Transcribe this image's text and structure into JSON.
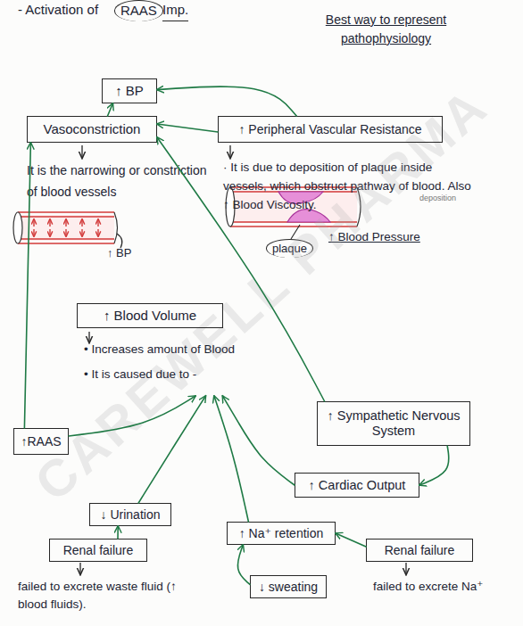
{
  "diagram": {
    "nodes": [
      {
        "text": [
          "↑ BP"
        ]
      },
      {
        "text": [
          "Vasoconstriction"
        ]
      },
      {
        "text": [
          "↑ Peripheral Vascular Resistance"
        ]
      },
      {
        "text": [
          "↑ Blood Volume",
          "• Increases amount of Blood",
          "• It is caused due to -"
        ]
      },
      {
        "text": [
          "↑ Sympathetic Nervous System"
        ]
      },
      {
        "text": [
          "↑ Cardiac Output"
        ]
      },
      {
        "text": [
          "↑RAAS"
        ]
      },
      {
        "text": [
          "↓ Urination"
        ]
      },
      {
        "text": [
          "Renal failure"
        ]
      },
      {
        "text": [
          "↑ Na⁺ retention"
        ]
      },
      {
        "text": [
          "Renal failure"
        ]
      },
      {
        "text": [
          "↓ sweating"
        ]
      }
    ],
    "edges": [
      {
        "from": 1,
        "to": 0,
        "arrow": "to"
      },
      {
        "from": 2,
        "to": 0,
        "arrow": "to"
      },
      {
        "from": 2,
        "to": 1,
        "arrow": "to"
      },
      {
        "from": 4,
        "to": 1,
        "arrow": "to"
      },
      {
        "from": 4,
        "to": 5,
        "arrow": "to"
      },
      {
        "from": 5,
        "to": 3,
        "arrow": "to"
      },
      {
        "from": 6,
        "to": 1,
        "arrow": "to"
      },
      {
        "from": 6,
        "to": 3,
        "arrow": "to"
      },
      {
        "from": 7,
        "to": 3,
        "arrow": "to"
      },
      {
        "from": 8,
        "to": 7,
        "arrow": "to"
      },
      {
        "from": 9,
        "to": 3,
        "arrow": "to"
      },
      {
        "from": 10,
        "to": 9,
        "arrow": "to"
      },
      {
        "from": 11,
        "to": 9,
        "arrow": "to"
      }
    ],
    "labels": [
      "- Activation of",
      "RAAS",
      "Imp.",
      "Best way to represent pathophysiology",
      "It is the narrowing or constriction of blood vessels",
      "· It is due to deposition of plaque inside vessels, which obstruct pathway of blood. Also ↑ Blood Viscosity.",
      "deposition",
      "↑ BP",
      "plaque",
      "↑ Blood Pressure",
      "failed to excrete waste fluid (↑ blood fluids).",
      "failed to excrete Na⁺",
      "CAREWELL PHARMA"
    ]
  }
}
